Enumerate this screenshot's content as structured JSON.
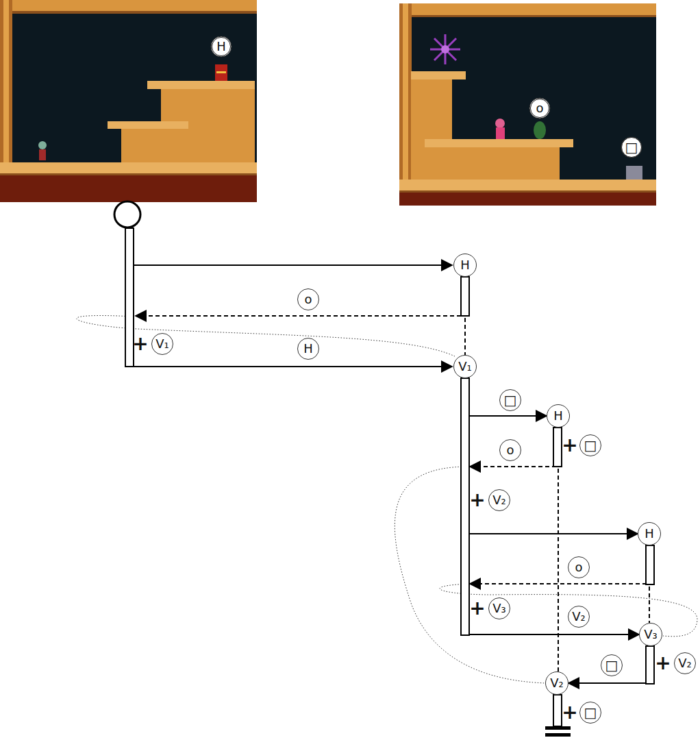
{
  "diagram": {
    "nodes": [
      {
        "text": [
          "H"
        ]
      },
      {
        "text": [
          "V₁"
        ]
      },
      {
        "text": [
          "H"
        ]
      },
      {
        "text": [
          "H"
        ]
      },
      {
        "text": [
          "V₃"
        ]
      },
      {
        "text": [
          "V₂"
        ]
      }
    ],
    "edges": [
      {
        "from": 0,
        "to": 1,
        "arrow": "none"
      },
      {
        "from": 1,
        "to": 2,
        "label": "□",
        "arrow": "to"
      },
      {
        "from": 2,
        "to": 1,
        "label": "o",
        "arrow": "to"
      },
      {
        "from": 1,
        "to": 3,
        "arrow": "to"
      },
      {
        "from": 3,
        "to": 1,
        "label": "o",
        "arrow": "to"
      },
      {
        "from": 1,
        "to": 4,
        "label": "V₂",
        "arrow": "to"
      },
      {
        "from": 3,
        "to": 4,
        "arrow": "none"
      },
      {
        "from": 2,
        "to": 5,
        "arrow": "none"
      },
      {
        "from": 4,
        "to": 5,
        "label": "□",
        "arrow": "to"
      }
    ],
    "labels": [
      "H",
      "o",
      "□",
      "o",
      "H",
      "+",
      "V₁",
      "+",
      "□",
      "+",
      "V₂",
      "+",
      "V₃",
      "+",
      "V₂",
      "+",
      "□"
    ]
  }
}
